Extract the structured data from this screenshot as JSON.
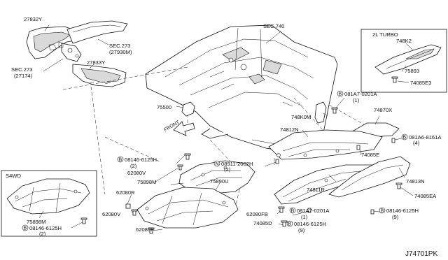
{
  "callouts": {
    "p27832Y": "27832Y",
    "sec273_right_a": "SEC.273",
    "sec273_right_b": "(27930M)",
    "p27833Y": "27833Y",
    "sec273_left_a": "SEC.273",
    "sec273_left_b": "(27174)",
    "sec740": "SEC.740",
    "p75500": "75500",
    "front": "FRONT",
    "bolt_top_code": "081A7-0201A",
    "bolt_top_qty": "(1)",
    "p748K0M": "748K0M",
    "p74870X": "74870X",
    "p74812N": "74812N",
    "bolt_right_code": "081A6-8161A",
    "bolt_right_qty": "(4)",
    "p74085E": "74085E",
    "bolt_left_code": "08146-6125H",
    "bolt_left_qty": "(2)",
    "nut_code": "08911-2062H",
    "nut_qty": "(2)",
    "p62080V_a": "62080V",
    "p75898M": "75898M",
    "p75890U": "75890U",
    "p74811R": "74811R",
    "p74813N": "74813N",
    "p74085EA": "74085EA",
    "p62080R": "62080R",
    "p62080V_b": "62080V",
    "p62080FB": "62080FB",
    "bolt_mid_code": "081A7-0201A",
    "bolt_mid_qty": "(1)",
    "bolt_br_code": "08146-6125H",
    "bolt_br_qty": "(9)",
    "p74085D": "74085D",
    "bolt_bm_code": "08146-6125H",
    "bolt_bm_qty": "(9)",
    "p62080F": "62080F"
  },
  "inset_turbo": {
    "title": "2L TURBO",
    "p748K2": "748K2",
    "p75893": "75893",
    "p74085E3": "74085E3"
  },
  "inset_s4wd": {
    "title": "S4WD",
    "p75898M": "75898M",
    "bolt_code": "08146-6125H",
    "bolt_qty": "(2)"
  },
  "circle_letters": {
    "bolt": "B",
    "nut": "N"
  },
  "diagram_ref": "J74701PK"
}
